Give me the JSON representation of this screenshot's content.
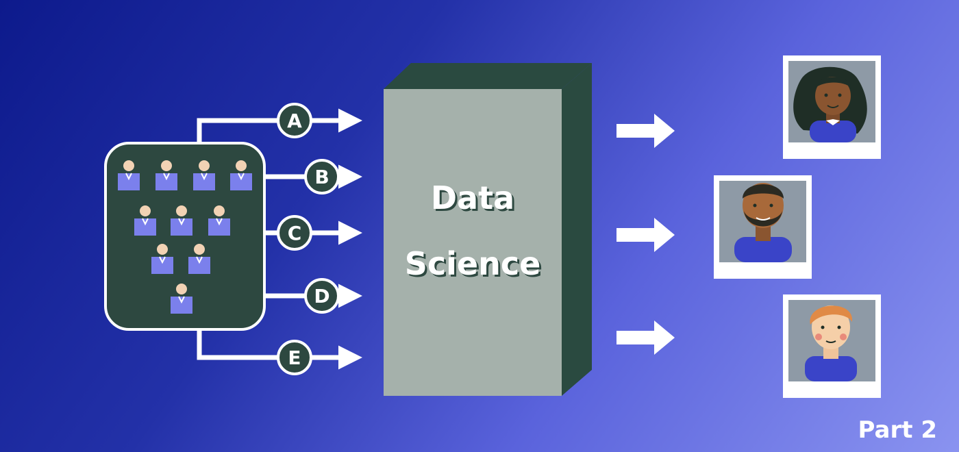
{
  "box": {
    "line1": "Data",
    "line2": "Science"
  },
  "branches": [
    "A",
    "B",
    "C",
    "D",
    "E"
  ],
  "org_chart_rows": [
    4,
    3,
    2,
    1
  ],
  "outputs": [
    "woman-portrait",
    "bearded-man-portrait",
    "young-man-portrait"
  ],
  "footer": {
    "part": "Part 2"
  },
  "colors": {
    "dark_green": "#2d4840",
    "box_front": "#a5b1ab",
    "box_side": "#2a4a40",
    "figure_body": "#7b80ec",
    "figure_head": "#f2d2b4",
    "photo_bg": "#8e9aa6"
  }
}
